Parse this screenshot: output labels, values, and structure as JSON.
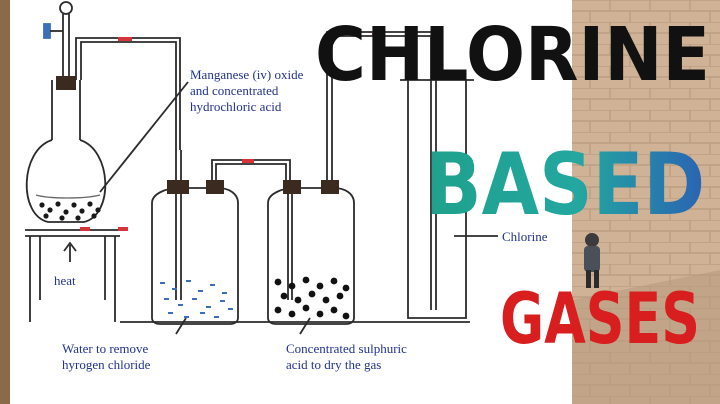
{
  "title": {
    "word1": "CHLORINE",
    "word2": "BASED",
    "word3": "GASES"
  },
  "labels": {
    "reactants_line1": "Manganese (iv) oxide",
    "reactants_line2": "and concentrated",
    "reactants_line3": "hydrochloric acid",
    "heat": "heat",
    "chlorine": "Chlorine",
    "water_line1": "Water to remove",
    "water_line2": "hyrogen chloride",
    "acid_line1": "Concentrated sulphuric",
    "acid_line2": "acid to dry the gas"
  },
  "colors": {
    "line": "#2b2b2b",
    "label": "#22338f",
    "title_black": "#111111",
    "title_teal_start": "#1fa18c",
    "title_teal_end": "#2a63b3",
    "title_red": "#d81e1e",
    "stopper": "#3a2a20",
    "tube_marker": "#d6333a"
  }
}
